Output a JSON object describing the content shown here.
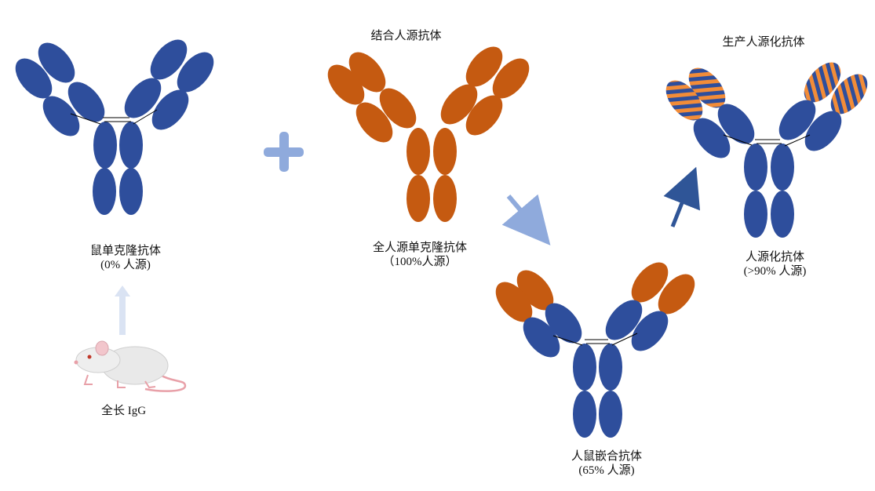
{
  "mouse_antibody": {
    "name": "鼠单克隆抗体",
    "humanization": "(0% 人源)"
  },
  "mouse_source": {
    "label": "全长 IgG"
  },
  "human_antibody": {
    "top_label": "结合人源抗体",
    "name": "全人源单克隆抗体",
    "humanization": "（100%人源）"
  },
  "chimeric_antibody": {
    "name": "人鼠嵌合抗体",
    "humanization": "(65% 人源)"
  },
  "humanized_antibody": {
    "top_label": "生产人源化抗体",
    "name": "人源化抗体",
    "humanization": "(>90% 人源)"
  },
  "colors": {
    "mouse_blue": "#2e4e9c",
    "human_orange": "#c55a11",
    "stripe_orange": "#f28c38",
    "plus_blue": "#8faadc",
    "arrow_light": "#8faadc",
    "arrow_dark": "#2f5597",
    "arrow_pale": "#dae3f3"
  }
}
